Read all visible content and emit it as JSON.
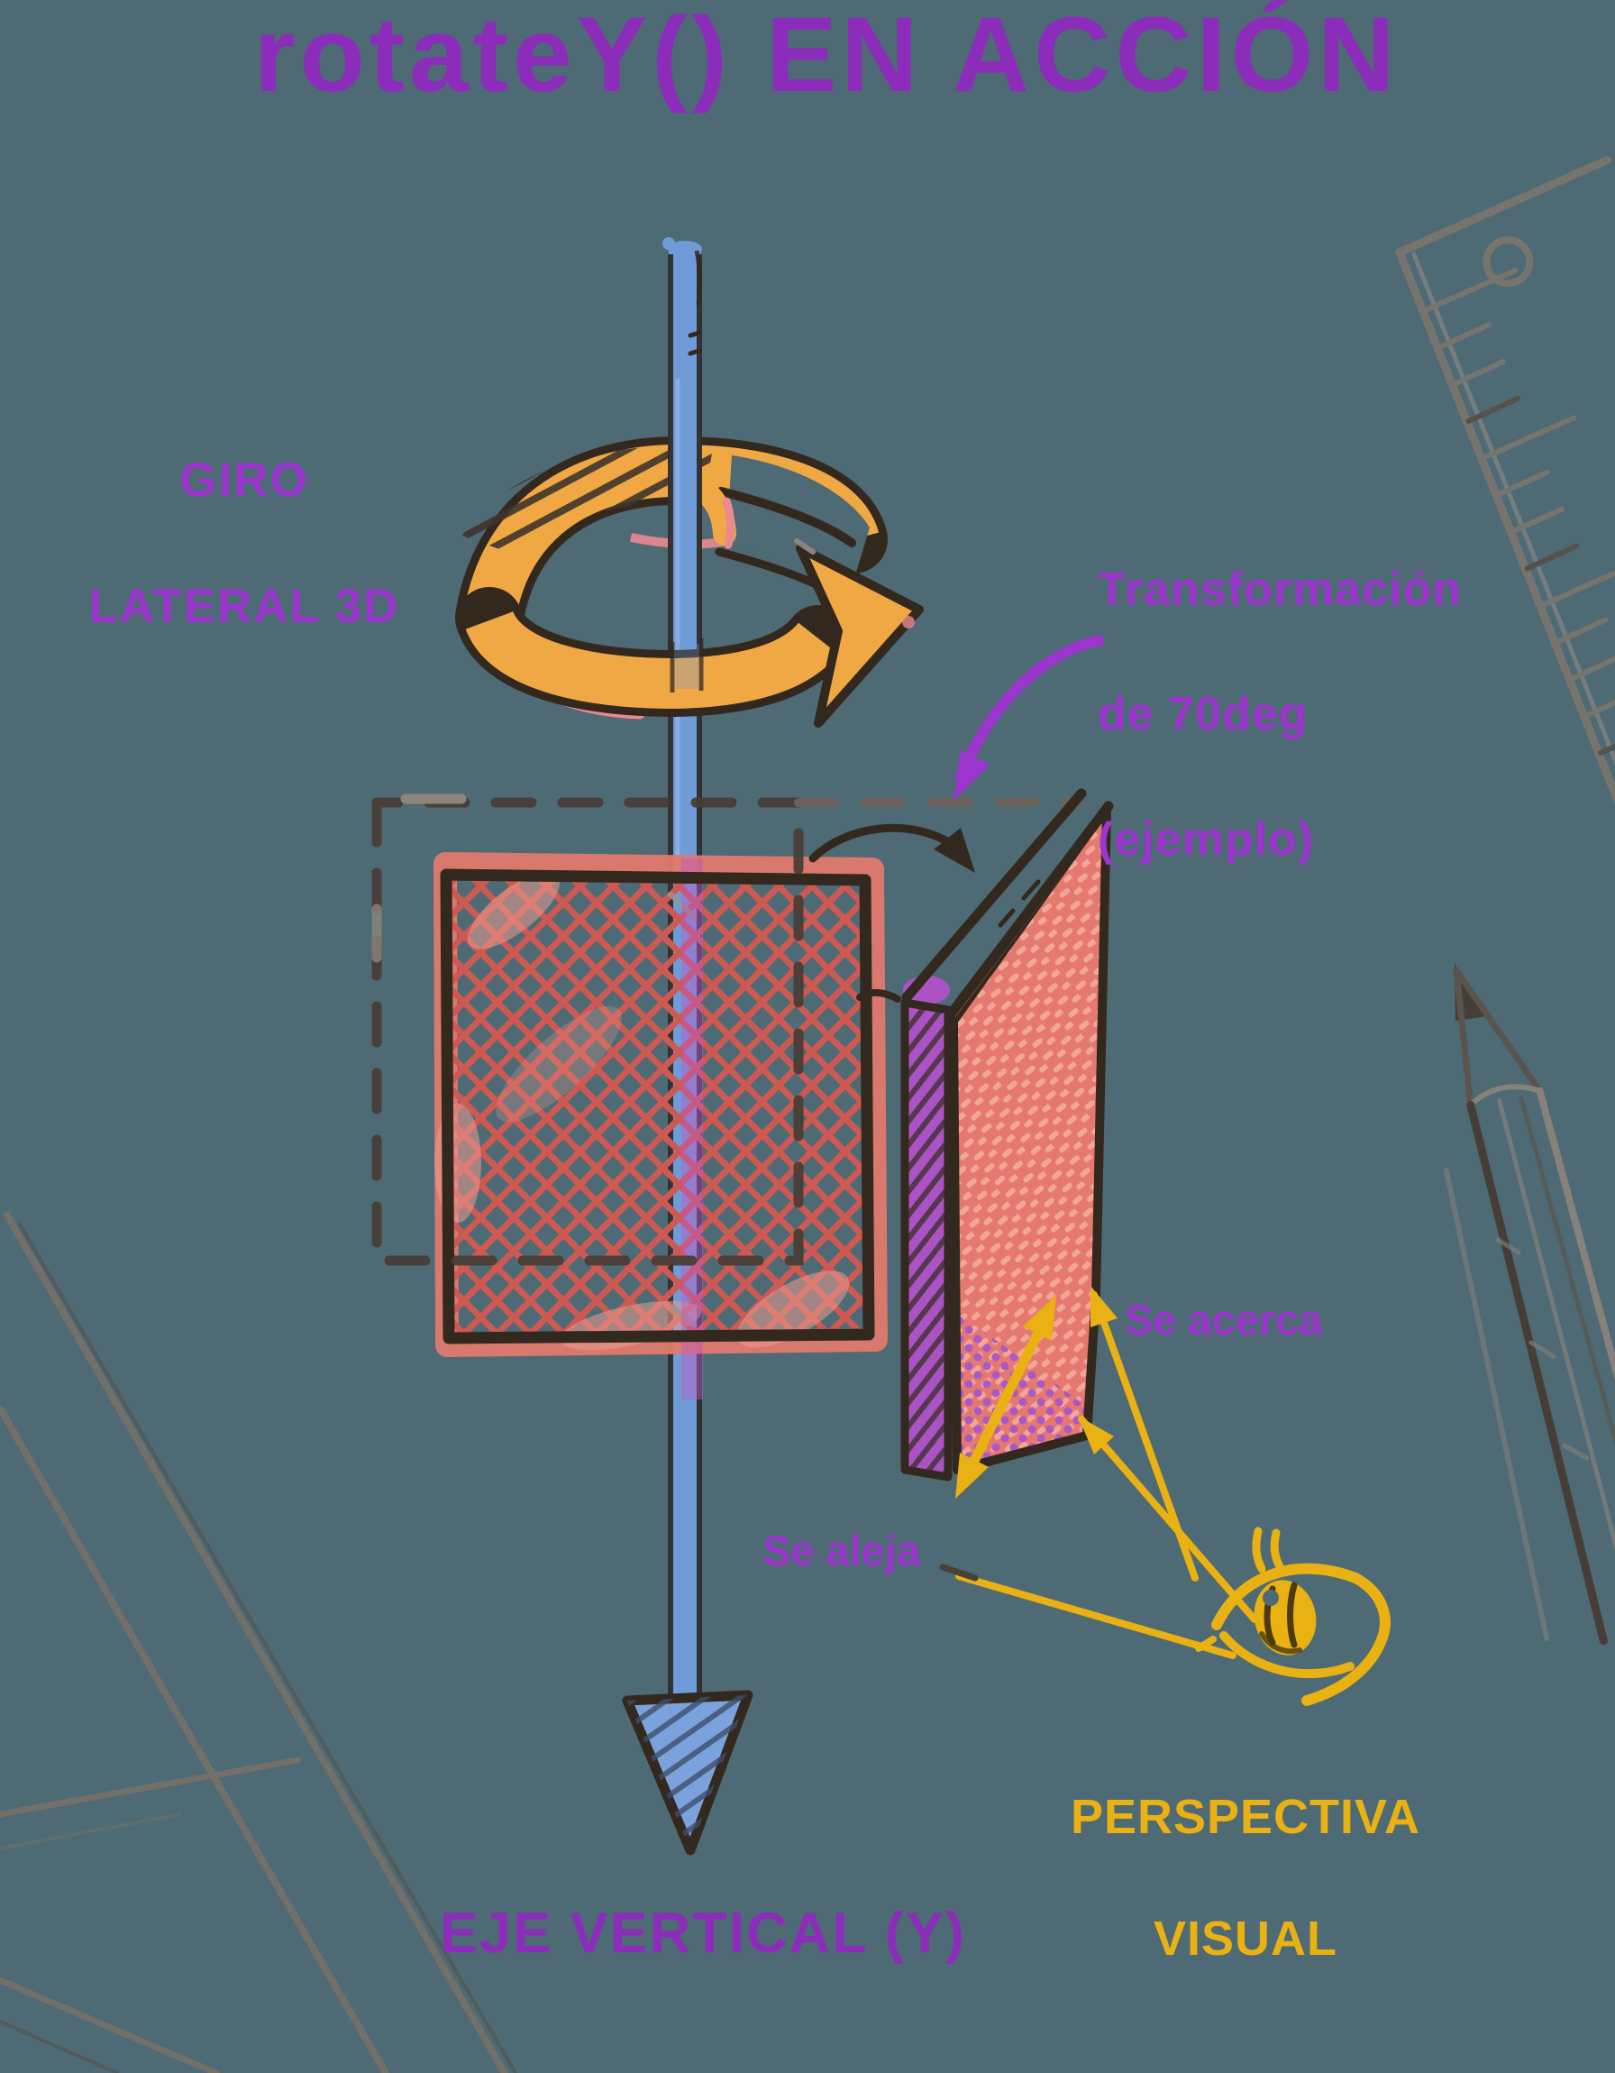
{
  "title": "rotateY() EN ACCIÓN",
  "labels": {
    "rotation": {
      "line1": "GIRO",
      "line2": "LATERAL 3D"
    },
    "transform_callout": {
      "line1": "Transformación",
      "line2": "de 70deg",
      "line3": "(ejemplo)"
    },
    "approach": "Se acerca",
    "recede": "Se aleja",
    "axis": "EJE VERTICAL (Y)",
    "perspective": {
      "line1": "PERSPECTIVA",
      "line2": "VISUAL"
    }
  },
  "icons": {
    "rotation_ring": "circular-rotation-arrow-icon",
    "axis_arrow": "vertical-axis-arrow-icon",
    "eye": "eye-icon",
    "ruler": "ruler-sketch-icon",
    "pencil": "pencil-sketch-icon",
    "set_square": "set-square-sketch-icon"
  },
  "colors": {
    "background": "#4d6a75",
    "title_purple": "#8c2cba",
    "label_purple": "#9b35cd",
    "gold": "#e9b112",
    "orange": "#f0a844",
    "axis_blue": "#6f9bd8",
    "salmon": "#e0796d",
    "hatch_red": "#ce5952",
    "panel_salmon": "#e5796f",
    "panel_purple": "#ab52c4",
    "ink": "#33281e",
    "sketch_gray": "#837a71"
  }
}
